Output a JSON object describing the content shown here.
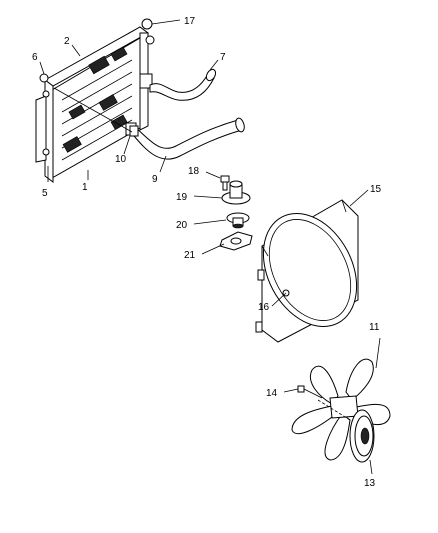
{
  "callouts": {
    "c1": "1",
    "c2": "2",
    "c5": "5",
    "c6": "6",
    "c7": "7",
    "c9": "9",
    "c10": "10",
    "c11": "11",
    "c13": "13",
    "c14": "14",
    "c15": "15",
    "c16": "16",
    "c17": "17",
    "c18": "18",
    "c19": "19",
    "c20": "20",
    "c21": "21"
  },
  "colors": {
    "line": "#000000",
    "background": "#ffffff"
  }
}
